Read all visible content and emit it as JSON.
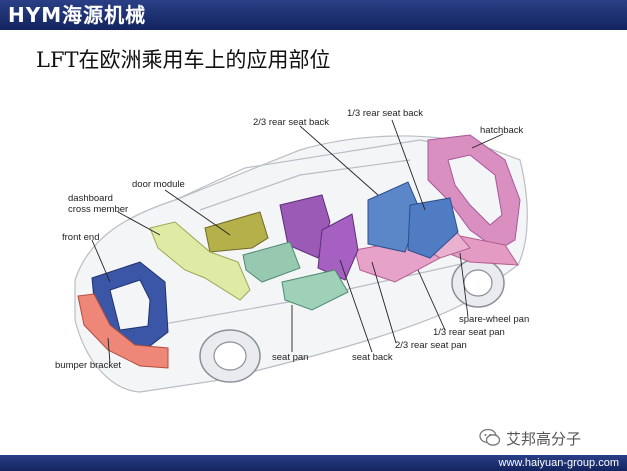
{
  "header": {
    "logo_text": "HYM海源机械",
    "bar_color": "#1b2f73"
  },
  "slide": {
    "title": "LFT在欧洲乘用车上的应用部位"
  },
  "diagram": {
    "labels": {
      "two_thirds_rear_seat_back_top": "2/3 rear seat back",
      "one_third_rear_seat_back_top": "1/3 rear seat back",
      "hatchback": "hatchback",
      "door_module": "door module",
      "dashboard_cross_member_line1": "dashboard",
      "dashboard_cross_member_line2": "cross member",
      "front_end": "front end",
      "bumper_bracket": "bumper bracket",
      "seat_pan": "seat pan",
      "seat_back": "seat back",
      "two_thirds_rear_seat_pan": "2/3 rear seat pan",
      "one_third_rear_seat_pan": "1/3 rear seat pan",
      "spare_wheel_pan": "spare-wheel pan"
    }
  },
  "footer": {
    "url": "www.haiyuan-group.com",
    "watermark": "艾邦高分子",
    "wechat_icon": "wechat-icon"
  }
}
